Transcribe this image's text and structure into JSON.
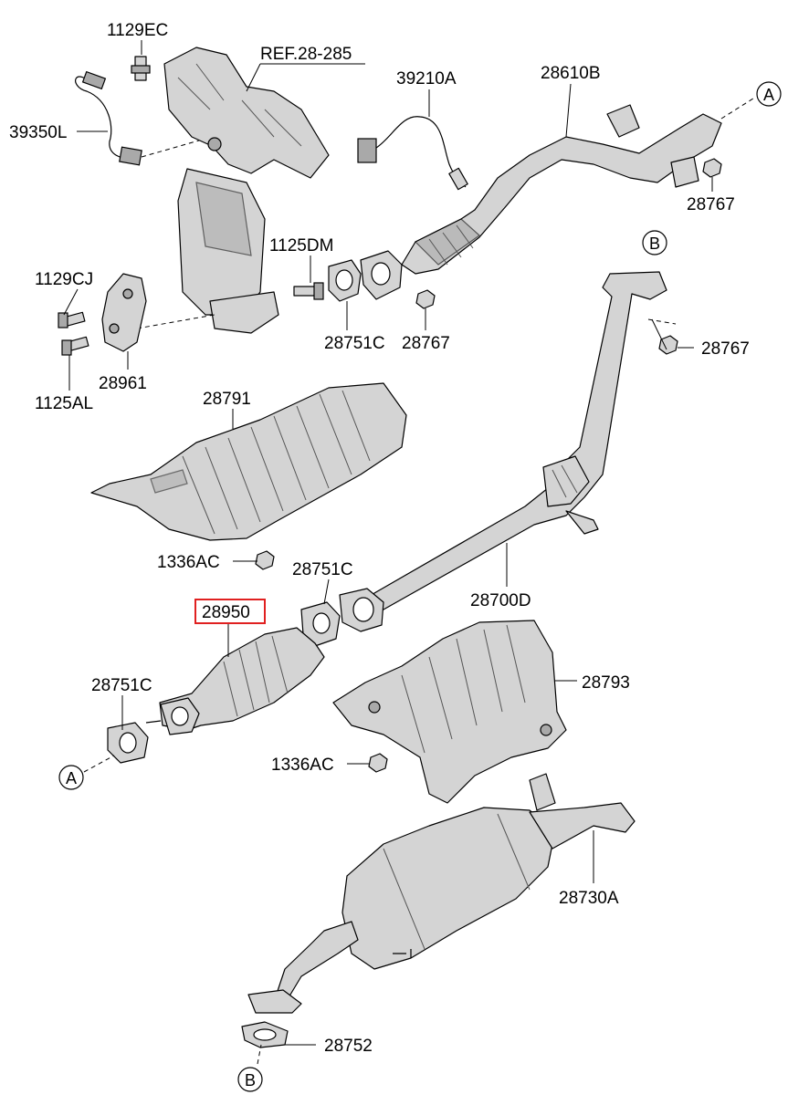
{
  "diagram": {
    "labels": {
      "l_1129EC": "1129EC",
      "l_ref": "REF.28-285",
      "l_39350L": "39350L",
      "l_39210A": "39210A",
      "l_28610B": "28610B",
      "l_28767_top": "28767",
      "l_1125DM": "1125DM",
      "l_1129CJ": "1129CJ",
      "l_28751C_top": "28751C",
      "l_28767_mid": "28767",
      "l_28767_right": "28767",
      "l_28961": "28961",
      "l_1125AL": "1125AL",
      "l_28791": "28791",
      "l_1336AC_top": "1336AC",
      "l_28751C_mid": "28751C",
      "l_28950": "28950",
      "l_28700D": "28700D",
      "l_28751C_low": "28751C",
      "l_28793": "28793",
      "l_1336AC_low": "1336AC",
      "l_28730A": "28730A",
      "l_28752": "28752"
    },
    "markers": {
      "a_top": "A",
      "b_top": "B",
      "a_low": "A",
      "b_low": "B"
    },
    "highlighted_part": "28950",
    "highlight_color": "#e02020"
  }
}
